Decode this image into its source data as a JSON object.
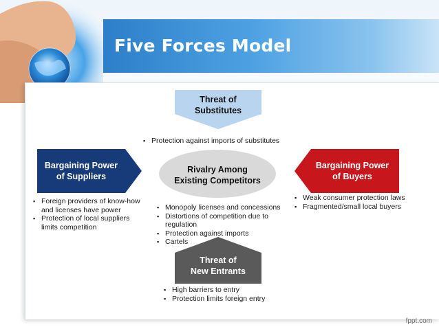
{
  "slide": {
    "title": "Five Forces Model",
    "footer": "fppt.com"
  },
  "forces": {
    "substitutes": {
      "label_line1": "Threat of",
      "label_line2": "Substitutes",
      "bullets": [
        "Protection against imports of substitutes"
      ]
    },
    "suppliers": {
      "label_line1": "Bargaining Power",
      "label_line2": "of Suppliers",
      "bullets": [
        "Foreign providers of know-how and licenses have power",
        "Protection of local suppliers limits competition"
      ]
    },
    "rivalry": {
      "label_line1": "Rivalry Among",
      "label_line2": "Existing Competitors",
      "bullets": [
        "Monopoly licenses and concessions",
        "Distortions of competition due to regulation",
        "Protection against imports",
        "Cartels"
      ]
    },
    "buyers": {
      "label_line1": "Bargaining Power",
      "label_line2": "of Buyers",
      "bullets": [
        "Weak consumer protection laws",
        "Fragmented/small local buyers"
      ]
    },
    "new_entrants": {
      "label_line1": "Threat of",
      "label_line2": "New Entrants",
      "bullets": [
        "High barriers to entry",
        "Protection limits foreign entry"
      ]
    }
  },
  "colors": {
    "substitutes_fill": "#b8d4ee",
    "suppliers_fill": "#173a78",
    "rivalry_fill": "#d9d9d9",
    "buyers_fill": "#c8161d",
    "new_entrants_fill": "#5a5a5a",
    "title_bar": "#2c7fc8"
  }
}
